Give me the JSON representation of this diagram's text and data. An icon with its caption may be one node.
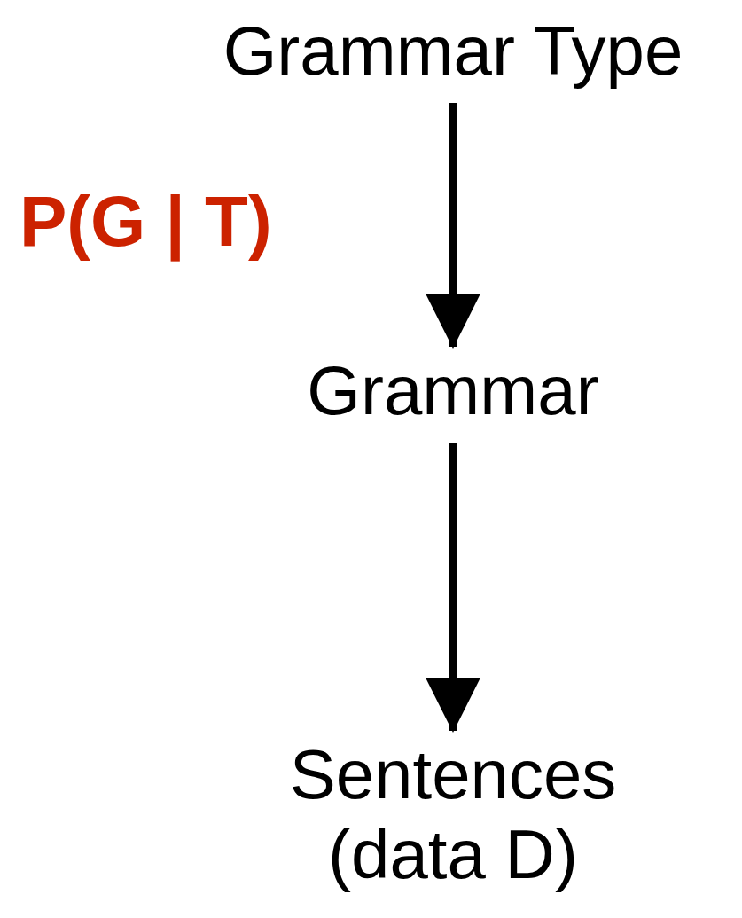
{
  "diagram": {
    "nodes": [
      {
        "text": [
          "Grammar Type"
        ]
      },
      {
        "text": [
          "Grammar"
        ]
      },
      {
        "text": [
          "Sentences (data D)"
        ]
      }
    ],
    "edges": [
      {
        "from": 0,
        "to": 1,
        "arrow": "to",
        "label": "P(G | T)"
      },
      {
        "from": 1,
        "to": 2,
        "arrow": "to"
      }
    ]
  }
}
